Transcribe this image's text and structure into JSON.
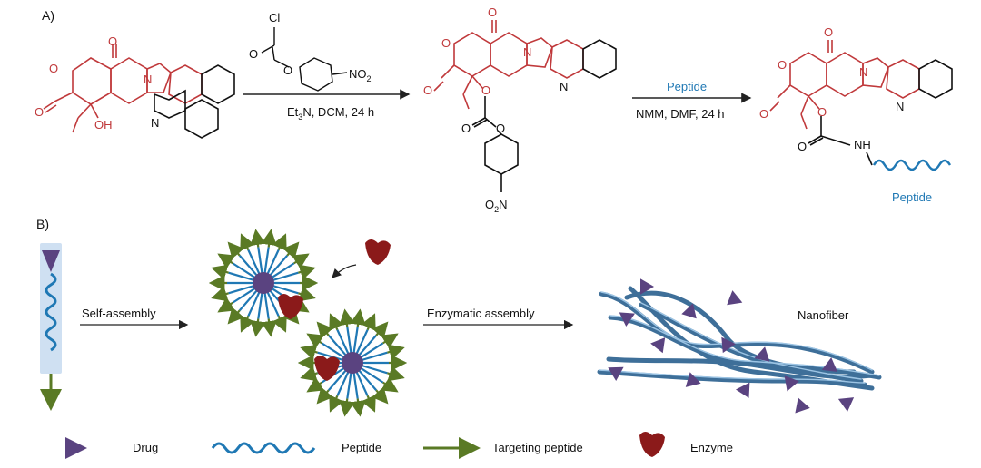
{
  "panel_a": {
    "label": "A)",
    "step1": {
      "reagent_cl": "Cl",
      "reagent_o1": "O",
      "reagent_o2": "O",
      "reagent_no2": "NO",
      "reagent_no2_sub": "2",
      "conditions_et": "Et",
      "conditions_sub": "3",
      "conditions_rest": "N, DCM, 24 h"
    },
    "step2": {
      "reagent": "Peptide",
      "conditions": "NMM, DMF,  24 h"
    },
    "sm_atoms": {
      "o_top": "O",
      "o_ring": "O",
      "o_left": "O",
      "n": "N",
      "n_quin": "N",
      "oh": "OH"
    },
    "int_atoms": {
      "o_top": "O",
      "o_ring": "O",
      "o_left": "O",
      "n": "N",
      "n_quin": "N",
      "o_ester": "O",
      "o_carb": "O",
      "o_aryl": "O",
      "o2n": "O",
      "o2n_sub": "2",
      "o2n_n": "N"
    },
    "prod_atoms": {
      "o_top": "O",
      "o_ring": "O",
      "o_left": "O",
      "n": "N",
      "n_quin": "N",
      "o_ester": "O",
      "o_carb": "O",
      "nh": "NH",
      "peptide": "Peptide"
    }
  },
  "panel_b": {
    "label": "B)",
    "arrow1": "Self-assembly",
    "arrow2": "Enzymatic assembly",
    "nanofiber": "Nanofiber"
  },
  "legend": {
    "drug": "Drug",
    "peptide": "Peptide",
    "targeting": "Targeting peptide",
    "enzyme": "Enzyme"
  },
  "colors": {
    "drug_red": "#c0393b",
    "peptide_blue": "#1f78b4",
    "targeting_green": "#5a7a25",
    "drug_purple": "#5a4380",
    "enzyme": "#8b1a1a",
    "fiber": "#3e6f99"
  }
}
